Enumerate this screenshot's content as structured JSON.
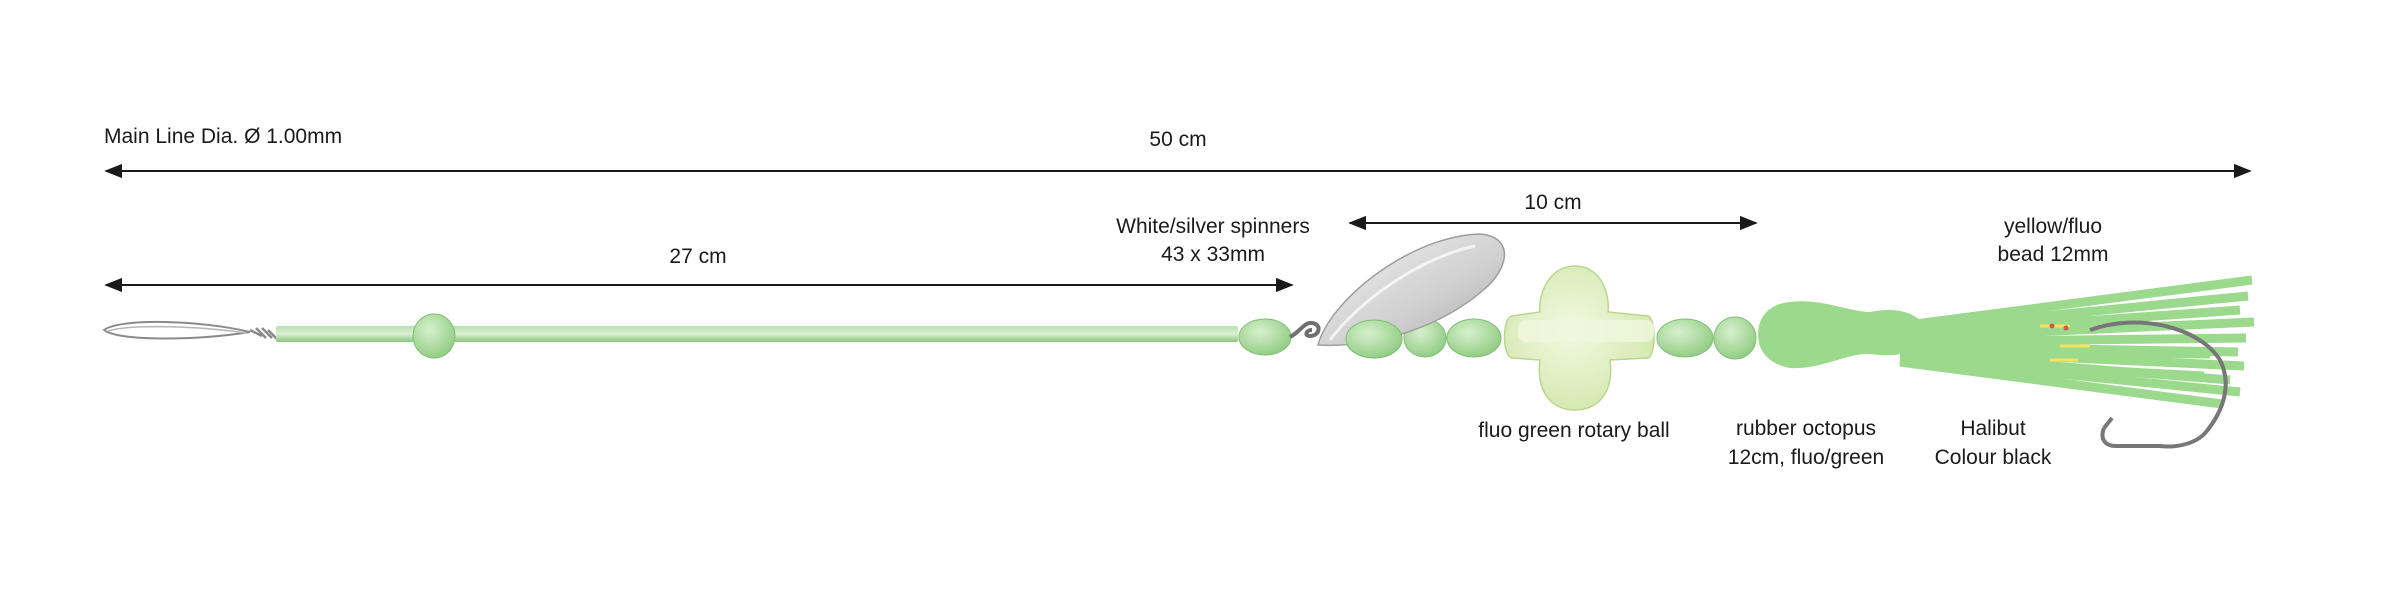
{
  "colors": {
    "line_green": "#9ad08e",
    "bead_green": "#a9dc9c",
    "bead_stroke": "#7fbf73",
    "octopus_green": "#9bd98d",
    "rotary_ball": "#e3f2c4",
    "spinner": "#d7d7d7",
    "metal": "#8a8a8a",
    "yellow": "#f5e25c",
    "arrow": "#1a1a1a"
  },
  "labels": {
    "main_line": "Main Line Dia. Ø 1.00mm",
    "total_length": "50 cm",
    "line_length": "27 cm",
    "spinner_line1": "White/silver spinners",
    "spinner_line2": "43 x 33mm",
    "lure_length": "10 cm",
    "bead_line1": "yellow/fluo",
    "bead_line2": "bead 12mm",
    "rotary_ball": "fluo green rotary ball",
    "octopus_line1": "rubber octopus",
    "octopus_line2": "12cm, fluo/green",
    "hook_line1": "Halibut",
    "hook_line2": "Colour black"
  },
  "parts": [
    "loop",
    "main-line",
    "small-bead",
    "swivel",
    "spinner-blade",
    "oval-beads",
    "rotary-ball",
    "rubber-octopus",
    "yellow-bead",
    "halibut-hook"
  ]
}
